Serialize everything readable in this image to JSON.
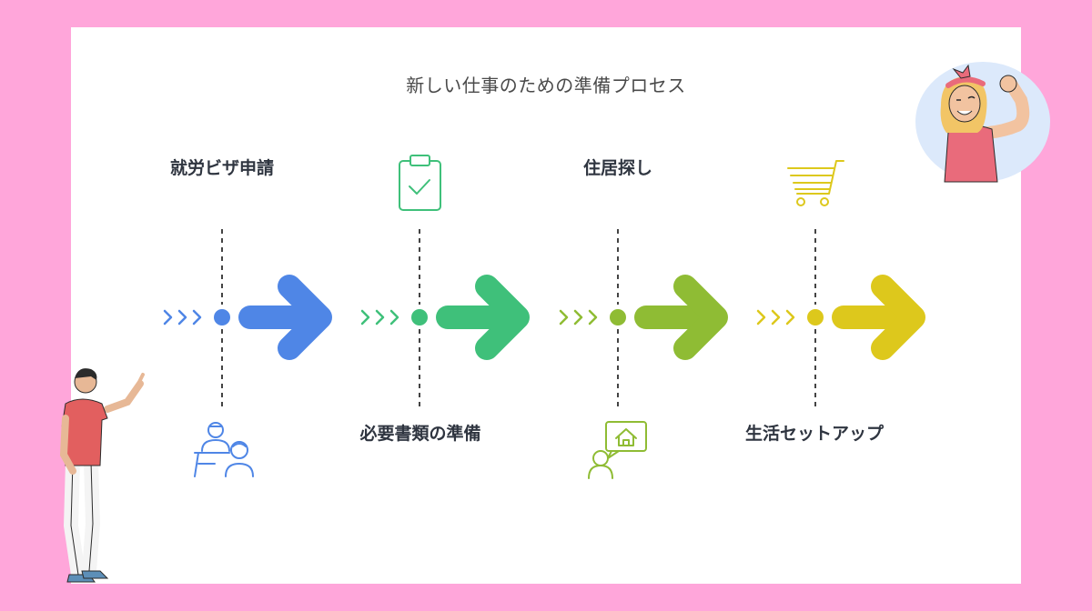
{
  "title": "新しい仕事のための準備プロセス",
  "steps": [
    {
      "label": "就労ビザ申請",
      "position": "top",
      "color": "#4f86e6",
      "icon": "interview-people-icon"
    },
    {
      "label": "必要書類の準備",
      "position": "bottom",
      "color": "#3fc07a",
      "icon": "clipboard-check-icon"
    },
    {
      "label": "住居探し",
      "position": "top",
      "color": "#8fbc34",
      "icon": "house-search-person-icon"
    },
    {
      "label": "生活セットアップ",
      "position": "bottom",
      "color": "#ddc81c",
      "icon": "shopping-cart-icon"
    }
  ],
  "colors": {
    "background": "#ffa6da",
    "card": "#ffffff",
    "connector": "#444444"
  }
}
